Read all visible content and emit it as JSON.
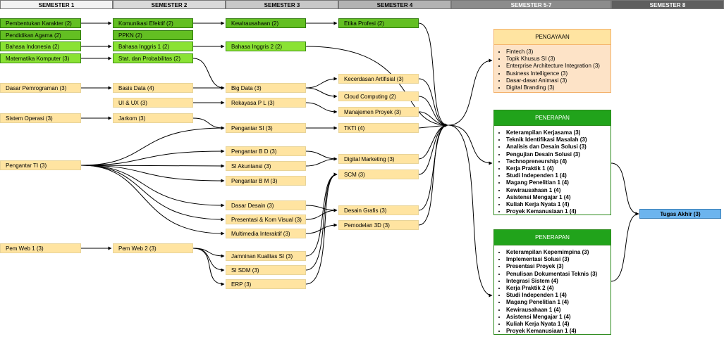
{
  "headers": [
    "SEMESTER 1",
    "SEMESTER 2",
    "SEMESTER 3",
    "SEMESTER 4",
    "SEMESTER 5-7",
    "SEMESTER 8"
  ],
  "header_colors": [
    "#f2f2f2",
    "#d9d9d9",
    "#c8c8c8",
    "#b3b3b3",
    "#8c8c8c",
    "#5f5f5f"
  ],
  "nodes": {
    "pembentukan_karakter": "Pembentukan Karakter (2)",
    "pendidikan_agama": "Pendidikan Agama (2)",
    "bahasa_indonesia": "Bahasa Indonesia (2)",
    "matematika_komputer": "Matematika Komputer (3)",
    "dasar_pemrograman": "Dasar Pemrograman (3)",
    "sistem_operasi": "Sistem Operasi (3)",
    "pengantar_ti": "Pengantar TI (3)",
    "pem_web_1": "Pem Web 1 (3)",
    "komunikasi_efektif": "Komunikasi Efektif (2)",
    "ppkn": "PPKN (2)",
    "bahasa_inggris_1": "Bahasa Inggris 1 (2)",
    "stat_probabilitas": "Stat. dan Probabilitas  (2)",
    "basis_data": "Basis Data (4)",
    "ui_ux": "UI & UX (3)",
    "jarkom": "Jarkom (3)",
    "pem_web_2": "Pem Web 2 (3)",
    "kewirausahaan": "Kewirausahaan (2)",
    "bahasa_inggris_2": "Bahasa Inggris 2 (2)",
    "big_data": "Big Data (3)",
    "rekayasa_pl": "Rekayasa P L (3)",
    "pengantar_si": "Pengantar SI (3)",
    "pengantar_bd": "Pengantar B D (3)",
    "si_akuntansi": "SI Akuntansi (3)",
    "pengantar_bm": "Pengantar B M (3)",
    "dasar_desain": "Dasar Desain (3)",
    "presentasi_kom_visual": "Presentasi & Kom Visual (3)",
    "multimedia_interaktif": "Multimedia Interaktif (3)",
    "jaminan_kualitas_si": "Jamninan Kualitas SI (3)",
    "si_sdm": "SI SDM (3)",
    "erp": "ERP (3)",
    "etika_profesi": "Etika Profesi (2)",
    "kecerdasan_artifisial": "Kecerdasan Artifisial (3)",
    "cloud_computing": "Cloud Computing (2)",
    "manajemen_proyek": "Manajemen Proyek (3)",
    "tkti": "TKTI (4)",
    "digital_marketing": "Digital Marketing (3)",
    "scm": "SCM (3)",
    "desain_grafis": "Desain Grafis (3)",
    "pemodelan_3d": "Pemodelan 3D (3)",
    "tugas_akhir": "Tugas Akhir (3)"
  },
  "pengayaan": {
    "title": "PENGAYAAN",
    "items": [
      "Fintech (3)",
      "Topik Khusus SI (3)",
      "Enterprise Architecture Integration (3)",
      "Business Intelligence (3)",
      "Dasar-dasar Animasi (3)",
      "Digital Branding (3)"
    ]
  },
  "penerapan_1": {
    "title": "PENERAPAN",
    "items": [
      "Keterampilan Kerjasama (3)",
      "Teknik Identifikasi Masalah (3)",
      "Analisis dan Desain Solusi (3)",
      "Pengujian Desain Solusi (3)",
      "Technopreneurship (4)",
      "Kerja Praktik 1 (4)",
      "Studi Independen 1 (4)",
      "Magang Penelitian 1 (4)",
      "Kewirausahaan 1 (4)",
      "Asistensi Mengajar 1 (4)",
      "Kuliah Kerja Nyata 1 (4)",
      "Proyek Kemanusiaan 1 (4)"
    ]
  },
  "penerapan_2": {
    "title": "PENERAPAN",
    "items": [
      "Keterampilan Kepemimpina (3)",
      "Implementasi Solusi (3)",
      "Presentasi Proyek (3)",
      "Penulisan Dokumentasi Teknis (3)",
      "Integrasi Sistem (4)",
      "Kerja Praktik 2 (4)",
      "Studi Independen 1 (4)",
      "Magang Penelitian 1 (4)",
      "Kewirausahaan 1 (4)",
      "Asistensi Mengajar 1 (4)",
      "Kuliah Kerja Nyata 1 (4)",
      "Proyek Kemanusiaan 1 (4)"
    ]
  },
  "colors": {
    "dark_green": "#63bf22",
    "light_green": "#8ae234",
    "course_yellow": "#ffe4a1",
    "final_blue": "#6cb4ee",
    "penerapan_green": "#21a31b",
    "edge": "#000000"
  }
}
